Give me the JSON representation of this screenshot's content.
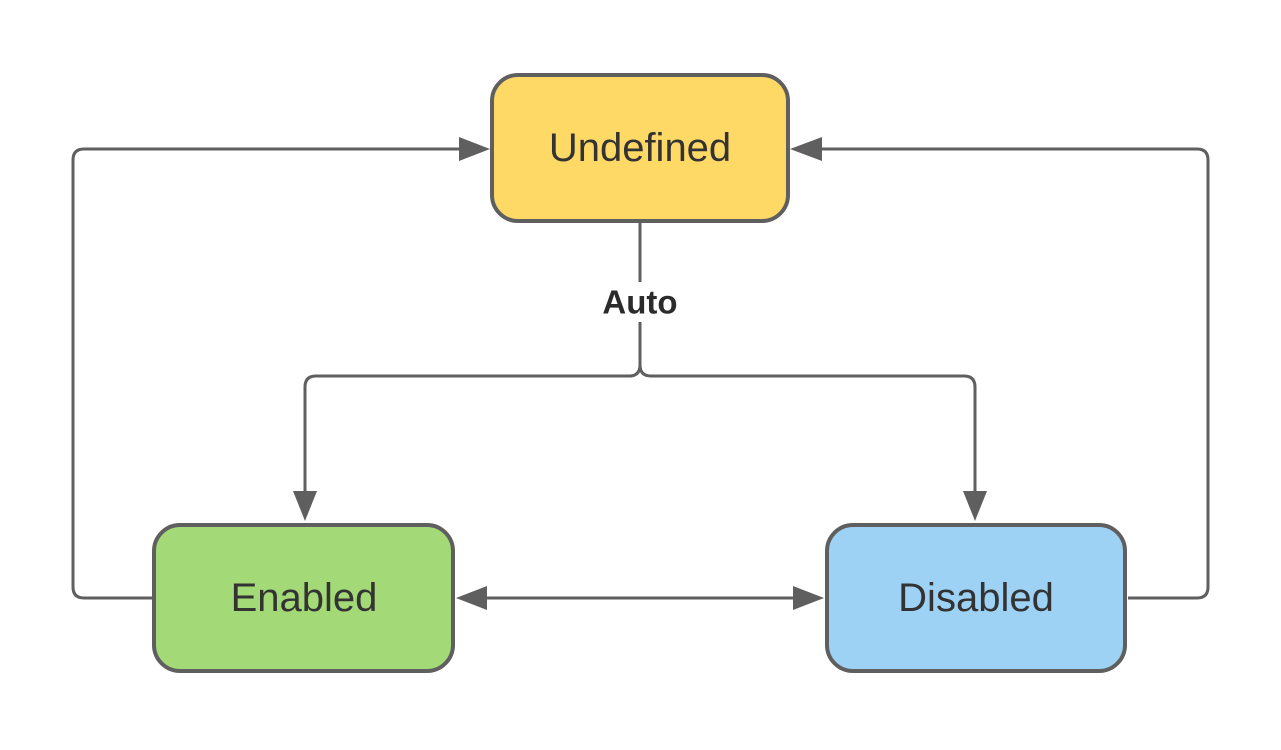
{
  "diagram": {
    "type": "state-diagram",
    "background": "#ffffff",
    "colors": {
      "connector": "#5f5f5f",
      "node_border": "#5f5f5f",
      "label_text": "#333333",
      "auto_label_text": "#2b2b2b"
    },
    "nodes": [
      {
        "id": "undefined",
        "label": "Undefined",
        "fill": "#FFD966"
      },
      {
        "id": "enabled",
        "label": "Enabled",
        "fill": "#A3D977"
      },
      {
        "id": "disabled",
        "label": "Disabled",
        "fill": "#9DD2F4"
      }
    ],
    "transition_label": "Auto",
    "edges": [
      {
        "from": "undefined",
        "to": "enabled",
        "label": "Auto"
      },
      {
        "from": "undefined",
        "to": "disabled",
        "label": "Auto"
      },
      {
        "from": "enabled",
        "to": "undefined"
      },
      {
        "from": "disabled",
        "to": "undefined"
      },
      {
        "from": "enabled",
        "to": "disabled",
        "bidirectional": true
      }
    ]
  }
}
